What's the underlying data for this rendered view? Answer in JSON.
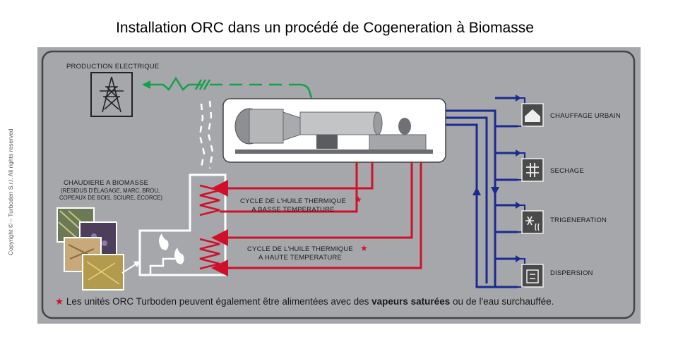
{
  "title": "Installation ORC dans un procédé de Cogeneration à Biomasse",
  "copyright": "Copyright © – Turboden S.r.l. All rights reserved",
  "labels": {
    "production": "PRODUCTION ELECTRIQUE",
    "chaudiere": "CHAUDIERE A BIOMASSE",
    "chaudiere_detail_1": "(RÉSIDUS D'ÉLAGAGE, MARC, BROU,",
    "chaudiere_detail_2": "COPEAUX DE BOIS, SCIURE, ÉCORCE)",
    "cycle_basse_1": "CYCLE DE L'HUILE THERMIQUE",
    "cycle_basse_2": "A BASSE TEMPERATURE",
    "cycle_haute_1": "CYCLE DE L'HUILE THERMIQUE",
    "cycle_haute_2": "A HAUTE TEMPERATURE",
    "star": "★"
  },
  "uses": [
    {
      "label": "CHAUFFAGE URBAIN",
      "icon": "house-icon"
    },
    {
      "label": "SECHAGE",
      "icon": "drying-icon"
    },
    {
      "label": "TRIGENERATION",
      "icon": "snowflake-heat-icon"
    },
    {
      "label": "DISPERSION",
      "icon": "dispersion-icon"
    }
  ],
  "footnote": {
    "star": "★",
    "text_before": "Les unités ORC Turboden peuvent également être alimentées avec des ",
    "bold": "vapeurs saturées",
    "text_after": " ou de l'eau surchauffée."
  },
  "colors": {
    "panel": "#a5a7aa",
    "electric": "#13a14a",
    "hot_oil": "#d0102a",
    "water": "#1b2a8e",
    "outline": "#ffffff",
    "icon_box": "#4a4a4a"
  }
}
